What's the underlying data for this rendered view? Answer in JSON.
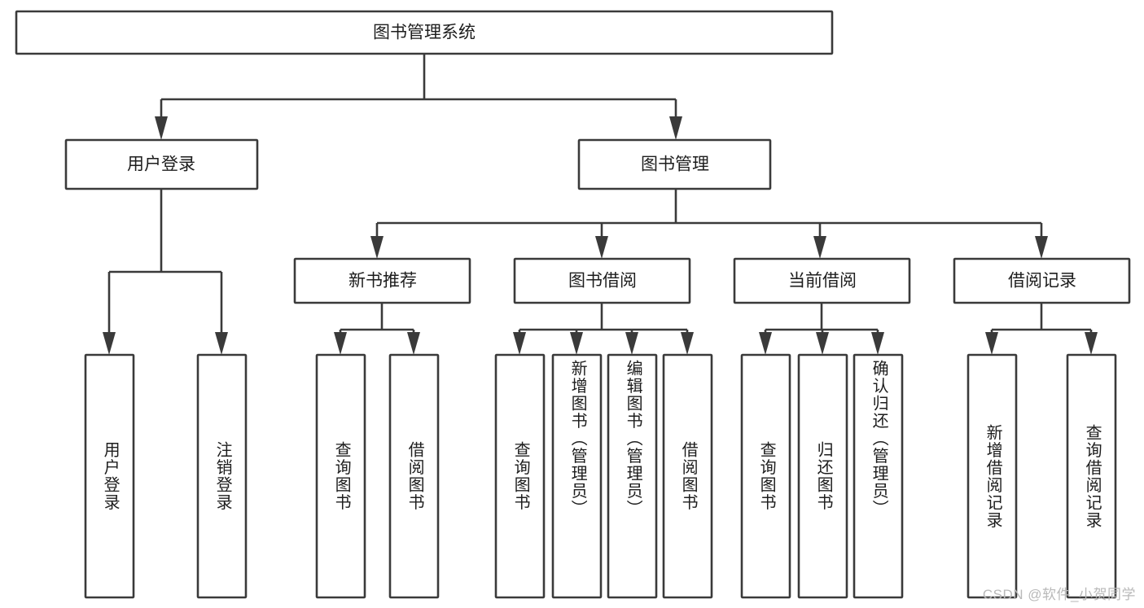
{
  "diagram": {
    "title": "图书管理系统",
    "type": "tree-hierarchy-chart",
    "orientation": "top-down",
    "colors": {
      "box_fill": "#ffffff",
      "box_stroke": "#3a3a3a",
      "text": "#1d1d1d",
      "background": "#ffffff",
      "watermark": "#b9b9b9"
    },
    "root": {
      "label": "图书管理系统",
      "level": 0
    },
    "level1": [
      {
        "id": "user-login",
        "label": "用户登录"
      },
      {
        "id": "book-management",
        "label": "图书管理"
      }
    ],
    "level2": [
      {
        "id": "new-book-recommend",
        "label": "新书推荐",
        "parent": "book-management"
      },
      {
        "id": "book-borrow",
        "label": "图书借阅",
        "parent": "book-management"
      },
      {
        "id": "current-borrow",
        "label": "当前借阅",
        "parent": "book-management"
      },
      {
        "id": "borrow-record",
        "label": "借阅记录",
        "parent": "book-management"
      }
    ],
    "leaves": {
      "user-login": [
        {
          "id": "leaf-user-login",
          "label": "用户登录"
        },
        {
          "id": "leaf-logout-login",
          "label": "注销登录"
        }
      ],
      "new-book-recommend": [
        {
          "id": "leaf-query-book-1",
          "label": "查询图书"
        },
        {
          "id": "leaf-borrow-book-1",
          "label": "借阅图书"
        }
      ],
      "book-borrow": [
        {
          "id": "leaf-query-book-2",
          "label": "查询图书"
        },
        {
          "id": "leaf-add-book",
          "label": "新增图书（管理员）"
        },
        {
          "id": "leaf-edit-book",
          "label": "编辑图书（管理员）"
        },
        {
          "id": "leaf-borrow-book-2",
          "label": "借阅图书"
        }
      ],
      "current-borrow": [
        {
          "id": "leaf-query-book-3",
          "label": "查询图书"
        },
        {
          "id": "leaf-return-book",
          "label": "归还图书"
        },
        {
          "id": "leaf-confirm-return",
          "label": "确认归还（管理员）"
        }
      ],
      "borrow-record": [
        {
          "id": "leaf-add-record",
          "label": "新增借阅记录"
        },
        {
          "id": "leaf-query-record",
          "label": "查询借阅记录"
        }
      ]
    }
  },
  "watermark": {
    "text": "CSDN @软件_小贺同学"
  }
}
